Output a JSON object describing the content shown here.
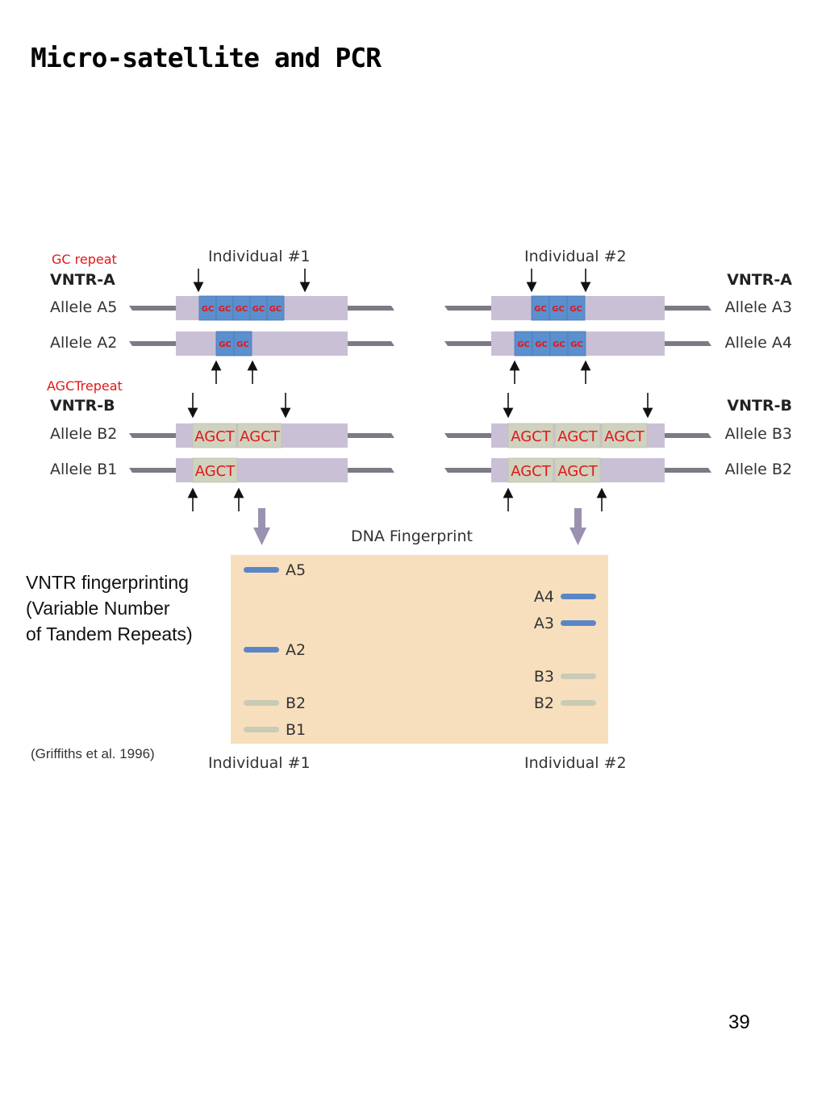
{
  "slide": {
    "title": "Micro-satellite and PCR",
    "page_number": "39"
  },
  "diagram": {
    "gc_repeat_label": "GC repeat",
    "agct_repeat_label": "AGCTrepeat",
    "vntr_a": "VNTR-A",
    "vntr_b": "VNTR-B",
    "individual_1": "Individual #1",
    "individual_2": "Individual #2",
    "gc_unit": "GC",
    "agct_unit": "AGCT",
    "individual_1_alleles": [
      {
        "label": "Allele A5",
        "repeats": 5
      },
      {
        "label": "Allele A2",
        "repeats": 2
      },
      {
        "label": "Allele B2",
        "repeats": 2
      },
      {
        "label": "Allele B1",
        "repeats": 1
      }
    ],
    "individual_2_alleles": [
      {
        "label": "Allele A3",
        "repeats": 3
      },
      {
        "label": "Allele A4",
        "repeats": 4
      },
      {
        "label": "Allele B3",
        "repeats": 3
      },
      {
        "label": "Allele B2",
        "repeats": 2
      }
    ],
    "fingerprint_title": "DNA Fingerprint",
    "fingerprint_lane_1": [
      "A5",
      "A2",
      "B2",
      "B1"
    ],
    "fingerprint_lane_2": [
      "A4",
      "A3",
      "B3",
      "B2"
    ],
    "note_line_1": "VNTR fingerprinting",
    "note_line_2": "(Variable Number",
    "note_line_3": "of Tandem Repeats)",
    "citation": "(Griffiths et al. 1996)",
    "colors": {
      "repeat_red": "#e01818",
      "gc_block": "#5b8fce",
      "agct_block": "#cfd2bf",
      "allele_body": "#c9c0d6",
      "flank": "#7d7a85",
      "gel": "#f7dfbd",
      "band_a": "#5b86c6",
      "band_b": "#c8cbb6",
      "big_arrow": "#9b91b0"
    }
  }
}
